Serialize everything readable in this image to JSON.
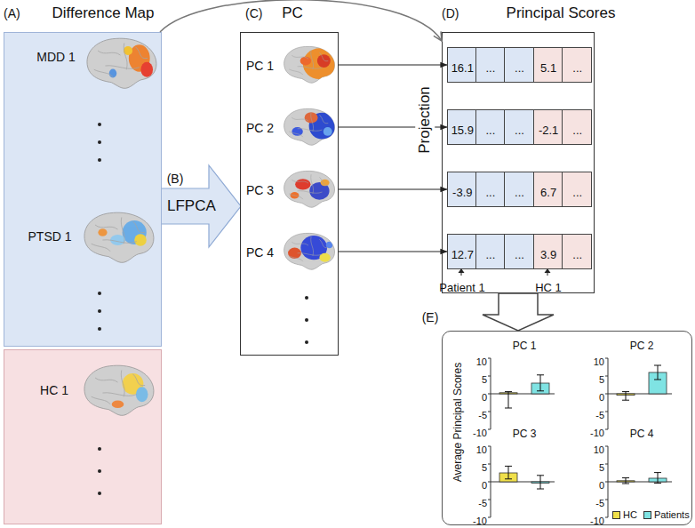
{
  "diagram": {
    "nodes": [
      {
        "text": [
          "Difference Map",
          "MDD 1",
          "PTSD 1"
        ]
      },
      {
        "text": [
          "HC 1"
        ]
      },
      {
        "text": [
          "LFPCA"
        ]
      },
      {
        "text": [
          "PC",
          "PC 1",
          "PC 2",
          "PC 3",
          "PC 4"
        ]
      },
      {
        "text": [
          "Principal Scores",
          "Patient 1",
          "HC 1"
        ]
      },
      {
        "text": [
          "16.1"
        ],
        "in": 4
      },
      {
        "text": [
          "..."
        ],
        "in": 4
      },
      {
        "text": [
          "..."
        ],
        "in": 4
      },
      {
        "text": [
          "5.1"
        ],
        "in": 4
      },
      {
        "text": [
          "..."
        ],
        "in": 4
      },
      {
        "text": [
          "15.9"
        ],
        "in": 4
      },
      {
        "text": [
          "..."
        ],
        "in": 4
      },
      {
        "text": [
          "..."
        ],
        "in": 4
      },
      {
        "text": [
          "-2.1"
        ],
        "in": 4
      },
      {
        "text": [
          "..."
        ],
        "in": 4
      },
      {
        "text": [
          "-3.9"
        ],
        "in": 4
      },
      {
        "text": [
          "..."
        ],
        "in": 4
      },
      {
        "text": [
          "..."
        ],
        "in": 4
      },
      {
        "text": [
          "6.7"
        ],
        "in": 4
      },
      {
        "text": [
          "..."
        ],
        "in": 4
      },
      {
        "text": [
          "12.7"
        ],
        "in": 4
      },
      {
        "text": [
          "..."
        ],
        "in": 4
      },
      {
        "text": [
          "..."
        ],
        "in": 4
      },
      {
        "text": [
          "3.9"
        ],
        "in": 4
      },
      {
        "text": [
          "..."
        ],
        "in": 4
      },
      {
        "text": [
          "Average Principal Scores"
        ]
      }
    ],
    "edges": [
      {
        "from": 0,
        "to": 4,
        "arrow": "to"
      },
      {
        "from": 3,
        "to": 5,
        "arrow": "to"
      },
      {
        "from": 3,
        "to": 10,
        "arrow": "to"
      },
      {
        "from": 3,
        "to": 15,
        "arrow": "to"
      },
      {
        "from": 3,
        "to": 20,
        "arrow": "to"
      },
      {
        "from": 4,
        "to": 25,
        "arrow": "to"
      }
    ],
    "labels": [
      "(A)",
      "(B)",
      "(C)",
      "(D)",
      "(E)",
      "Projection",
      "PC 1",
      "10",
      "5",
      "0",
      "-5",
      "-10",
      "PC 2",
      "10",
      "5",
      "0",
      "-5",
      "-10",
      "PC 3",
      "10",
      "5",
      "0",
      "-5",
      "-10",
      "PC 4",
      "10",
      "5",
      "0",
      "-5",
      "-10"
    ],
    "legend": [
      {
        "text": "HC",
        "color": "#f0e04a"
      },
      {
        "text": "Patients",
        "color": "#7fe3e3"
      }
    ]
  }
}
